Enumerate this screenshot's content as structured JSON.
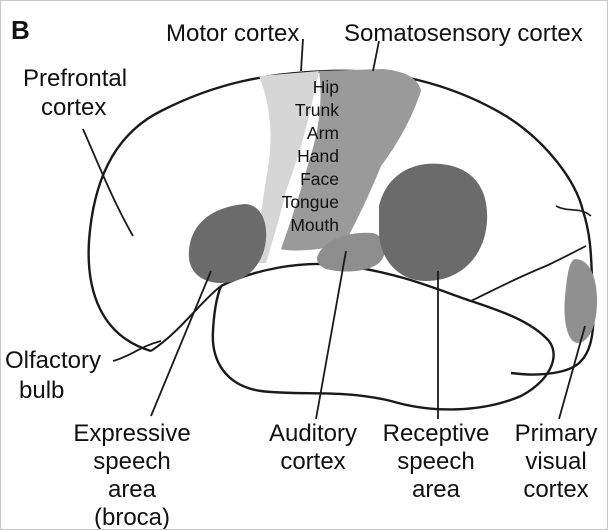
{
  "panel_letter": "B",
  "labels": {
    "motor_cortex": "Motor cortex",
    "somatosensory_cortex": "Somatosensory cortex",
    "prefrontal_line1": "Prefrontal",
    "prefrontal_line2": "cortex",
    "olfactory_line1": "Olfactory",
    "olfactory_line2": "bulb",
    "expressive_line1": "Expressive",
    "expressive_line2": "speech",
    "expressive_line3": "area",
    "expressive_line4": "(broca)",
    "auditory_line1": "Auditory",
    "auditory_line2": "cortex",
    "receptive_line1": "Receptive",
    "receptive_line2": "speech",
    "receptive_line3": "area",
    "visual_line1": "Primary",
    "visual_line2": "visual",
    "visual_line3": "cortex"
  },
  "homunculus": [
    "Hip",
    "Trunk",
    "Arm",
    "Hand",
    "Face",
    "Tongue",
    "Mouth"
  ],
  "colors": {
    "motor_strip": "#d6d6d6",
    "somatosensory_strip": "#9a9a9a",
    "dark_area": "#6b6b6b",
    "medium_area": "#8e8e8e",
    "outline": "#1a1a1a"
  }
}
